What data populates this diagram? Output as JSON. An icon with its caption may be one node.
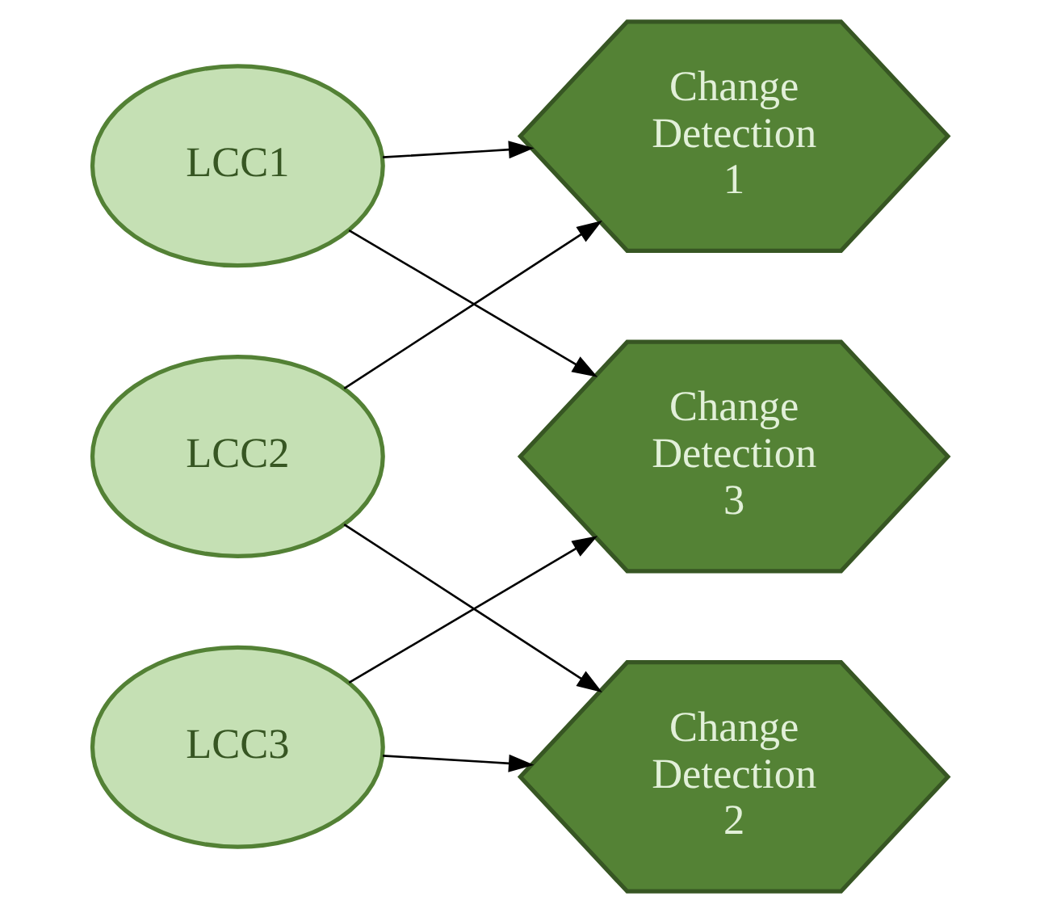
{
  "diagram": {
    "nodes": [
      {
        "text": [
          "LCC1"
        ]
      },
      {
        "text": [
          "LCC2"
        ]
      },
      {
        "text": [
          "LCC3"
        ]
      },
      {
        "text": [
          "Change Detection 1"
        ]
      },
      {
        "text": [
          "Change Detection 3"
        ]
      },
      {
        "text": [
          "Change Detection 2"
        ]
      }
    ],
    "edges": [
      {
        "from": 0,
        "to": 3,
        "arrow": "to"
      },
      {
        "from": 0,
        "to": 4,
        "arrow": "to"
      },
      {
        "from": 1,
        "to": 3,
        "arrow": "to"
      },
      {
        "from": 1,
        "to": 5,
        "arrow": "to"
      },
      {
        "from": 2,
        "to": 4,
        "arrow": "to"
      },
      {
        "from": 2,
        "to": 5,
        "arrow": "to"
      }
    ]
  }
}
